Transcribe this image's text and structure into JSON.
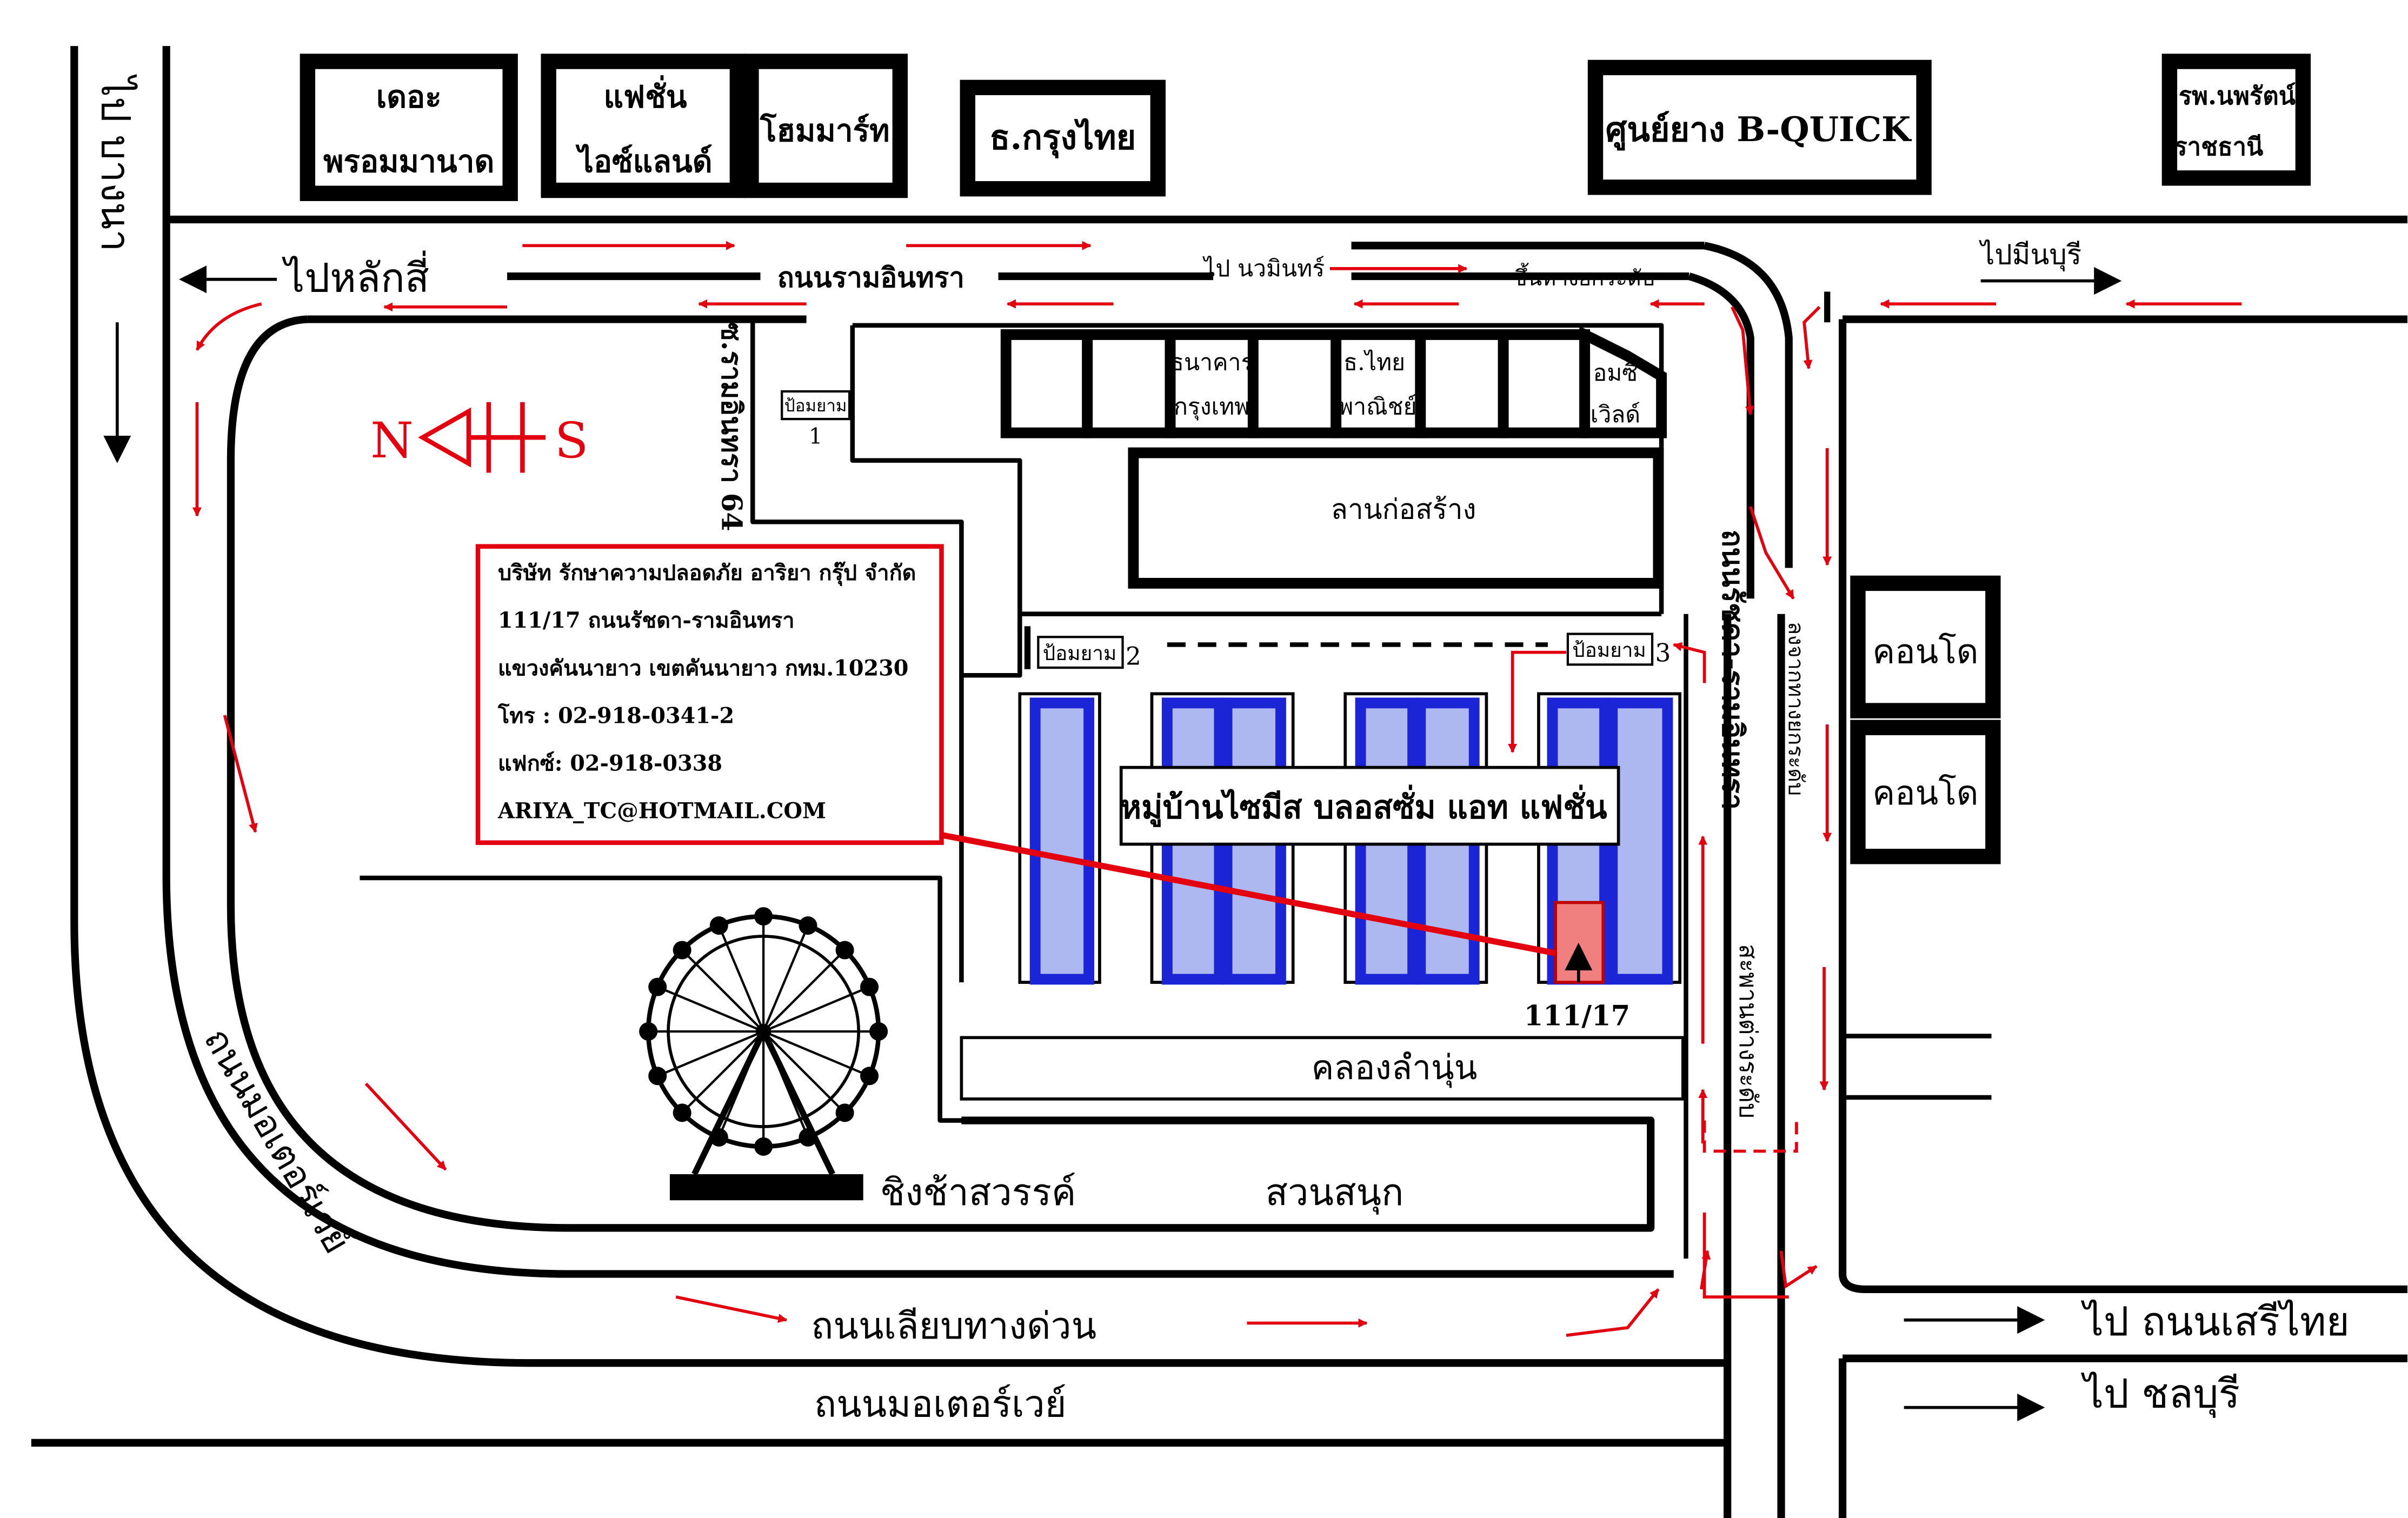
{
  "colors": {
    "road": "#000000",
    "arrow": "#e3000f",
    "house_fill": "#aeb8f0",
    "house_stroke": "#1c25d6",
    "target_fill": "#f08080"
  },
  "compass": {
    "n": "N",
    "s": "S"
  },
  "buildings": {
    "the_prom": [
      "เดอะ",
      "พรอมมานาด"
    ],
    "fashion_island": [
      "แฟชั่น",
      "ไอซ์แลนด์"
    ],
    "home_mart": "โฮมมาร์ท",
    "krungthai": "ธ.กรุงไทย",
    "bquick": "ศูนย์ยาง B-QUICK",
    "nopparat": [
      "รพ.นพรัตน์",
      "ราชธานี"
    ],
    "bangkok_bank": [
      "ธนาคาร",
      "กรุงเทพ"
    ],
    "scb": [
      "ธ.ไทย",
      "พาณิชย์"
    ],
    "amc": [
      "อมซี",
      "เวิลด์"
    ],
    "construction": "ลานก่อสร้าง",
    "condo1": "คอนโด",
    "condo2": "คอนโด"
  },
  "roads": {
    "ramintra": "ถนนรามอินทรา",
    "soi64": "ซ.รามอินทรา 64",
    "ratchada": "ถนนรัชดา-รามอินทรา",
    "kanchanaphisek_side": "ถนนเลียบทางด่วน",
    "motorway": "ถนนมอเตอร์เวย์",
    "motorway_curve": "ถนนมอเตอร์เวย์",
    "klong": "คลองลำนุ่น"
  },
  "directions": {
    "laksi": "ไปหลักสี่",
    "bangna": "ไป บางนา",
    "nawamin": "ไป นวมินทร์",
    "up_flyover": "ขึ้นทางยกระดับ",
    "minburi": "ไปมีนบุรี",
    "down_flyover": "ลงจากทางยกระดับ",
    "flyover_bridge": "สะพานต่างระดับ",
    "serithai": "ไป ถนนเสรีไทย",
    "chonburi": "ไป ชลบุรี"
  },
  "guard_posts": [
    {
      "label": "ป้อมยาม",
      "num": "1"
    },
    {
      "label": "ป้อมยาม",
      "num": "2"
    },
    {
      "label": "ป้อมยาม",
      "num": "3"
    }
  ],
  "village": "หมู่บ้านไซมีส บลอสซั่ม แอท แฟชั่น",
  "target_label": "111/17",
  "company": {
    "name": "บริษัท รักษาความปลอดภัย อาริยา กรุ๊ป จำกัด",
    "address1": "111/17 ถนนรัชดา-รามอินทรา",
    "address2": "แขวงคันนายาว เขตคันนายาว กทม.10230",
    "phone": "โทร : 02-918-0341-2",
    "fax": "แฟกซ์:  02-918-0338",
    "email": "ARIYA_TC@HOTMAIL.COM"
  },
  "landmarks": {
    "ferris_wheel": "ชิงช้าสวรรค์",
    "park": "สวนสนุก"
  }
}
